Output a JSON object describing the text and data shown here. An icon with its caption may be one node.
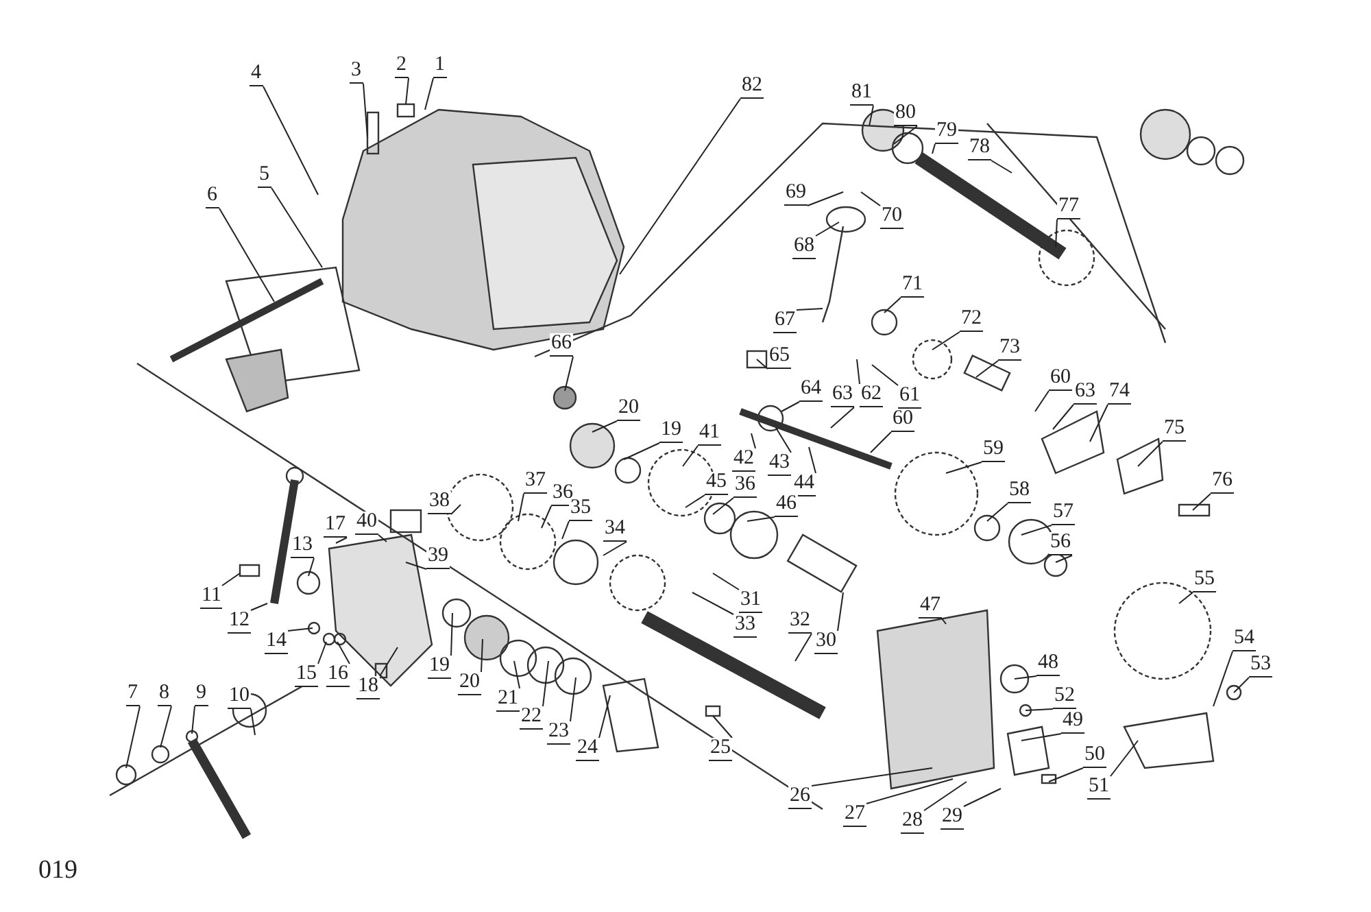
{
  "diagram": {
    "nodes": [
      {
        "text": [
          "1"
        ]
      },
      {
        "text": [
          "2"
        ]
      },
      {
        "text": [
          "3"
        ]
      },
      {
        "text": [
          "4"
        ]
      },
      {
        "text": [
          "5"
        ]
      },
      {
        "text": [
          "6"
        ]
      },
      {
        "text": [
          "82"
        ]
      },
      {
        "text": [
          "81"
        ]
      },
      {
        "text": [
          "80"
        ]
      },
      {
        "text": [
          "79"
        ]
      },
      {
        "text": [
          "78"
        ]
      },
      {
        "text": [
          "69"
        ]
      },
      {
        "text": [
          "70"
        ]
      },
      {
        "text": [
          "77"
        ]
      },
      {
        "text": [
          "68"
        ]
      },
      {
        "text": [
          "67"
        ]
      },
      {
        "text": [
          "71"
        ]
      },
      {
        "text": [
          "72"
        ]
      },
      {
        "text": [
          "66"
        ]
      },
      {
        "text": [
          "65"
        ]
      },
      {
        "text": [
          "73"
        ]
      },
      {
        "text": [
          "62"
        ]
      },
      {
        "text": [
          "61"
        ]
      },
      {
        "text": [
          "64"
        ]
      },
      {
        "text": [
          "63"
        ]
      },
      {
        "text": [
          "60"
        ]
      },
      {
        "text": [
          "63"
        ]
      },
      {
        "text": [
          "74"
        ]
      },
      {
        "text": [
          "20"
        ]
      },
      {
        "text": [
          "19"
        ]
      },
      {
        "text": [
          "41"
        ]
      },
      {
        "text": [
          "42"
        ]
      },
      {
        "text": [
          "43"
        ]
      },
      {
        "text": [
          "44"
        ]
      },
      {
        "text": [
          "60"
        ]
      },
      {
        "text": [
          "75"
        ]
      },
      {
        "text": [
          "45"
        ]
      },
      {
        "text": [
          "36"
        ]
      },
      {
        "text": [
          "59"
        ]
      },
      {
        "text": [
          "76"
        ]
      },
      {
        "text": [
          "38"
        ]
      },
      {
        "text": [
          "37"
        ]
      },
      {
        "text": [
          "36"
        ]
      },
      {
        "text": [
          "35"
        ]
      },
      {
        "text": [
          "34"
        ]
      },
      {
        "text": [
          "46"
        ]
      },
      {
        "text": [
          "17"
        ]
      },
      {
        "text": [
          "40"
        ]
      },
      {
        "text": [
          "39"
        ]
      },
      {
        "text": [
          "58"
        ]
      },
      {
        "text": [
          "57"
        ]
      },
      {
        "text": [
          "56"
        ]
      },
      {
        "text": [
          "13"
        ]
      },
      {
        "text": [
          "11"
        ]
      },
      {
        "text": [
          "12"
        ]
      },
      {
        "text": [
          "31"
        ]
      },
      {
        "text": [
          "33"
        ]
      },
      {
        "text": [
          "55"
        ]
      },
      {
        "text": [
          "14"
        ]
      },
      {
        "text": [
          "15"
        ]
      },
      {
        "text": [
          "16"
        ]
      },
      {
        "text": [
          "30"
        ]
      },
      {
        "text": [
          "32"
        ]
      },
      {
        "text": [
          "19"
        ]
      },
      {
        "text": [
          "20"
        ]
      },
      {
        "text": [
          "21"
        ]
      },
      {
        "text": [
          "22"
        ]
      },
      {
        "text": [
          "23"
        ]
      },
      {
        "text": [
          "24"
        ]
      },
      {
        "text": [
          "25"
        ]
      },
      {
        "text": [
          "47"
        ]
      },
      {
        "text": [
          "48"
        ]
      },
      {
        "text": [
          "54"
        ]
      },
      {
        "text": [
          "53"
        ]
      },
      {
        "text": [
          "52"
        ]
      },
      {
        "text": [
          "49"
        ]
      },
      {
        "text": [
          "50"
        ]
      },
      {
        "text": [
          "51"
        ]
      },
      {
        "text": [
          "7"
        ]
      },
      {
        "text": [
          "8"
        ]
      },
      {
        "text": [
          "9"
        ]
      },
      {
        "text": [
          "10"
        ]
      },
      {
        "text": [
          "18"
        ]
      },
      {
        "text": [
          "26"
        ]
      },
      {
        "text": [
          "27"
        ]
      },
      {
        "text": [
          "28"
        ]
      },
      {
        "text": [
          "29"
        ]
      }
    ],
    "edges": [
      {
        "from": 0,
        "to": null,
        "arrow": "none"
      },
      {
        "from": 1,
        "to": null,
        "arrow": "none"
      },
      {
        "from": 2,
        "to": null,
        "arrow": "none"
      },
      {
        "from": 3,
        "to": null,
        "arrow": "none"
      },
      {
        "from": 4,
        "to": null,
        "arrow": "none"
      },
      {
        "from": 5,
        "to": null,
        "arrow": "none"
      },
      {
        "from": 6,
        "to": null,
        "arrow": "none"
      },
      {
        "from": 7,
        "to": null,
        "arrow": "none"
      },
      {
        "from": 8,
        "to": null,
        "arrow": "none"
      },
      {
        "from": 9,
        "to": null,
        "arrow": "none"
      },
      {
        "from": 10,
        "to": null,
        "arrow": "none"
      },
      {
        "from": 11,
        "to": null,
        "arrow": "none"
      },
      {
        "from": 12,
        "to": null,
        "arrow": "none"
      },
      {
        "from": 13,
        "to": null,
        "arrow": "none"
      },
      {
        "from": 14,
        "to": null,
        "arrow": "none"
      },
      {
        "from": 15,
        "to": null,
        "arrow": "none"
      },
      {
        "from": 16,
        "to": null,
        "arrow": "none"
      },
      {
        "from": 17,
        "to": null,
        "arrow": "none"
      },
      {
        "from": 18,
        "to": null,
        "arrow": "none"
      },
      {
        "from": 19,
        "to": null,
        "arrow": "none"
      },
      {
        "from": 20,
        "to": null,
        "arrow": "none"
      },
      {
        "from": 21,
        "to": null,
        "arrow": "none"
      },
      {
        "from": 22,
        "to": null,
        "arrow": "none"
      },
      {
        "from": 23,
        "to": null,
        "arrow": "none"
      },
      {
        "from": 24,
        "to": null,
        "arrow": "none"
      },
      {
        "from": 25,
        "to": null,
        "arrow": "none"
      },
      {
        "from": 26,
        "to": null,
        "arrow": "none"
      },
      {
        "from": 27,
        "to": null,
        "arrow": "none"
      },
      {
        "from": 28,
        "to": null,
        "arrow": "none"
      },
      {
        "from": 29,
        "to": null,
        "arrow": "none"
      },
      {
        "from": 30,
        "to": null,
        "arrow": "none"
      },
      {
        "from": 31,
        "to": null,
        "arrow": "none"
      },
      {
        "from": 32,
        "to": null,
        "arrow": "none"
      },
      {
        "from": 33,
        "to": null,
        "arrow": "none"
      },
      {
        "from": 34,
        "to": null,
        "arrow": "none"
      },
      {
        "from": 35,
        "to": null,
        "arrow": "none"
      },
      {
        "from": 36,
        "to": null,
        "arrow": "none"
      },
      {
        "from": 37,
        "to": null,
        "arrow": "none"
      },
      {
        "from": 38,
        "to": null,
        "arrow": "none"
      },
      {
        "from": 39,
        "to": null,
        "arrow": "none"
      },
      {
        "from": 40,
        "to": null,
        "arrow": "none"
      },
      {
        "from": 41,
        "to": null,
        "arrow": "none"
      },
      {
        "from": 42,
        "to": null,
        "arrow": "none"
      },
      {
        "from": 43,
        "to": null,
        "arrow": "none"
      },
      {
        "from": 44,
        "to": null,
        "arrow": "none"
      },
      {
        "from": 45,
        "to": null,
        "arrow": "none"
      },
      {
        "from": 46,
        "to": null,
        "arrow": "none"
      },
      {
        "from": 47,
        "to": null,
        "arrow": "none"
      },
      {
        "from": 48,
        "to": null,
        "arrow": "none"
      },
      {
        "from": 49,
        "to": null,
        "arrow": "none"
      },
      {
        "from": 50,
        "to": null,
        "arrow": "none"
      },
      {
        "from": 51,
        "to": null,
        "arrow": "none"
      },
      {
        "from": 52,
        "to": null,
        "arrow": "none"
      },
      {
        "from": 53,
        "to": null,
        "arrow": "none"
      },
      {
        "from": 54,
        "to": null,
        "arrow": "none"
      },
      {
        "from": 55,
        "to": null,
        "arrow": "none"
      },
      {
        "from": 56,
        "to": null,
        "arrow": "none"
      },
      {
        "from": 57,
        "to": null,
        "arrow": "none"
      },
      {
        "from": 58,
        "to": null,
        "arrow": "none"
      },
      {
        "from": 59,
        "to": null,
        "arrow": "none"
      },
      {
        "from": 60,
        "to": null,
        "arrow": "none"
      },
      {
        "from": 61,
        "to": null,
        "arrow": "none"
      },
      {
        "from": 62,
        "to": null,
        "arrow": "none"
      },
      {
        "from": 63,
        "to": null,
        "arrow": "none"
      },
      {
        "from": 64,
        "to": null,
        "arrow": "none"
      },
      {
        "from": 65,
        "to": null,
        "arrow": "none"
      },
      {
        "from": 66,
        "to": null,
        "arrow": "none"
      },
      {
        "from": 67,
        "to": null,
        "arrow": "none"
      },
      {
        "from": 68,
        "to": null,
        "arrow": "none"
      },
      {
        "from": 69,
        "to": null,
        "arrow": "none"
      },
      {
        "from": 70,
        "to": null,
        "arrow": "none"
      },
      {
        "from": 71,
        "to": null,
        "arrow": "none"
      },
      {
        "from": 72,
        "to": null,
        "arrow": "none"
      },
      {
        "from": 73,
        "to": null,
        "arrow": "none"
      },
      {
        "from": 74,
        "to": null,
        "arrow": "none"
      },
      {
        "from": 75,
        "to": null,
        "arrow": "none"
      },
      {
        "from": 76,
        "to": null,
        "arrow": "none"
      },
      {
        "from": 77,
        "to": null,
        "arrow": "none"
      },
      {
        "from": 78,
        "to": null,
        "arrow": "none"
      },
      {
        "from": 79,
        "to": null,
        "arrow": "none"
      },
      {
        "from": 80,
        "to": null,
        "arrow": "none"
      },
      {
        "from": 81,
        "to": null,
        "arrow": "none"
      },
      {
        "from": 82,
        "to": null,
        "arrow": "none"
      },
      {
        "from": 83,
        "to": null,
        "arrow": "none"
      },
      {
        "from": 84,
        "to": null,
        "arrow": "none"
      },
      {
        "from": 85,
        "to": null,
        "arrow": "none"
      },
      {
        "from": 86,
        "to": null,
        "arrow": "none"
      }
    ],
    "labels": [
      "019"
    ]
  }
}
